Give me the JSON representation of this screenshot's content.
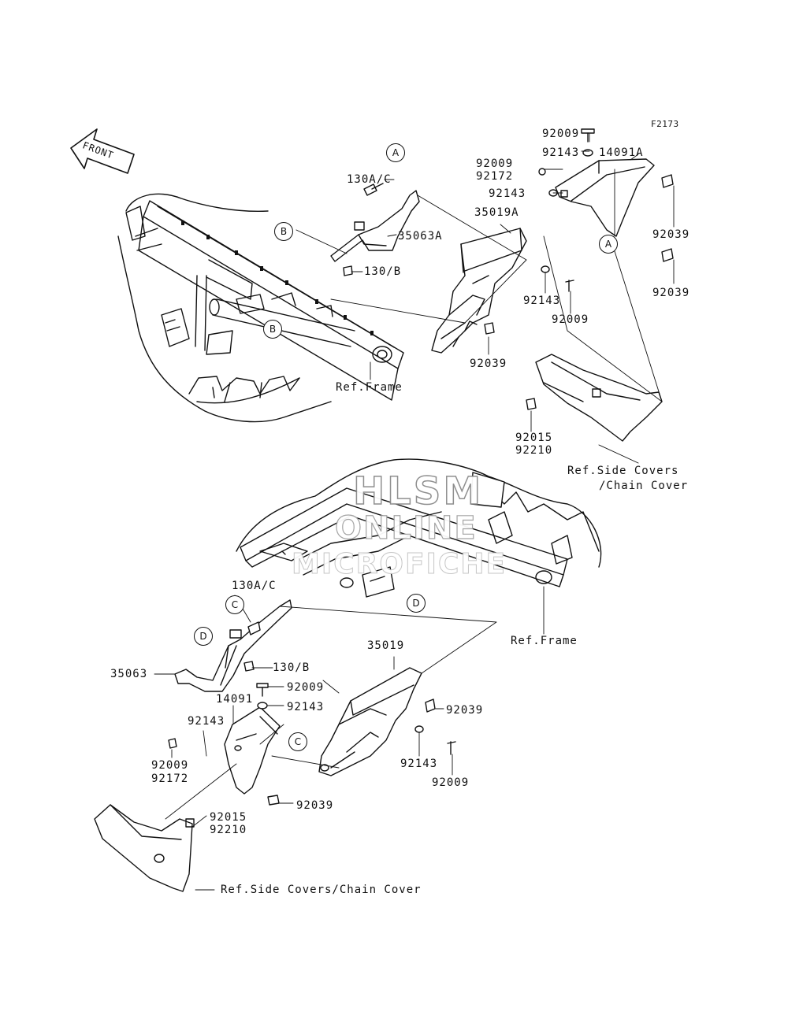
{
  "diagram_code": "F2173",
  "front_label": "FRONT",
  "watermark": [
    "HLSM",
    "ONLINE",
    "MICROFICHE"
  ],
  "refs": {
    "frame_top": "Ref.Frame",
    "frame_bottom": "Ref.Frame",
    "side_covers_top_1": "Ref.Side Covers",
    "side_covers_top_2": "/Chain Cover",
    "side_covers_bottom": "Ref.Side Covers/Chain Cover"
  },
  "callouts": {
    "a1": "A",
    "a2": "A",
    "b1": "B",
    "b2": "B",
    "c1": "C",
    "c2": "C",
    "d1": "D",
    "d2": "D"
  },
  "top_assembly": {
    "p130ac": "130A/C",
    "p35063a": "35063A",
    "p130b": "130/B",
    "p35019a": "35019A",
    "p92009_top": "92009",
    "p92143_top": "92143",
    "p14091a": "14091A",
    "p92009_side": "92009",
    "p92172_side": "92172",
    "p92143_mid": "92143",
    "p92039_right1": "92039",
    "p92039_right2": "92039",
    "p92143_low": "92143",
    "p92009_low": "92009",
    "p92039_low": "92039",
    "p92015": "92015",
    "p92210": "92210"
  },
  "bottom_assembly": {
    "p130ac": "130A/C",
    "p130b": "130/B",
    "p35063": "35063",
    "p92009_a": "92009",
    "p92143_a": "92143",
    "p14091": "14091",
    "p35019": "35019",
    "p92039_a": "92039",
    "p92143_b": "92143",
    "p92009_b": "92009",
    "p92143_c": "92143",
    "p92009_c": "92009",
    "p92172_c": "92172",
    "p92039_b": "92039",
    "p92015": "92015",
    "p92210": "92210"
  }
}
